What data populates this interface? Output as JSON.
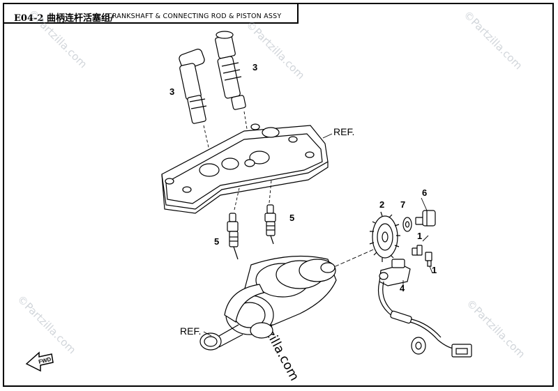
{
  "header": {
    "code_title": "E04-2 曲柄连杆活塞组/",
    "english_title": "CRANKSHAFT & CONNECTING ROD & PISTON ASSY"
  },
  "callouts": {
    "c1a": "1",
    "c1b": "1",
    "c2": "2",
    "c3a": "3",
    "c3b": "3",
    "c4": "4",
    "c5a": "5",
    "c5b": "5",
    "c6": "6",
    "c7": "7",
    "ref_cover": "REF.",
    "ref_crank": "REF."
  },
  "fwd_label": "FWD",
  "watermark": "©Partzilla.com",
  "colors": {
    "line": "#000000",
    "watermark": "#9aa4ae"
  }
}
